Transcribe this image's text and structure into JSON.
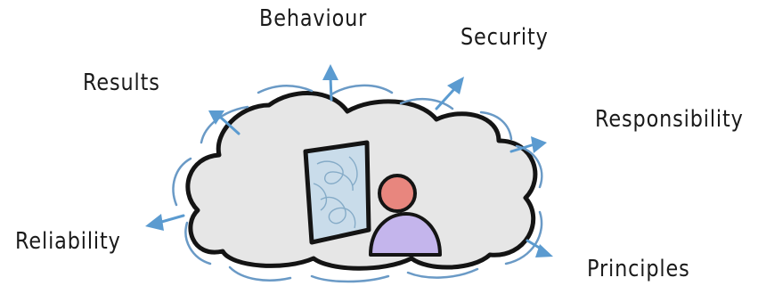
{
  "labels": {
    "behaviour": "Behaviour",
    "security": "Security",
    "results": "Results",
    "responsibility": "Responsibility",
    "reliability": "Reliability",
    "principles": "Principles"
  },
  "colors": {
    "cloud_fill": "#e6e6e6",
    "cloud_stroke": "#141414",
    "arrow": "#5b9bd0",
    "outline_lines": "#6a9ac6",
    "board_frame": "#141414",
    "board_fill": "#c9dcea",
    "person_head": "#e8867e",
    "person_body": "#c4b5ec"
  },
  "icons": {
    "arrows": "outward-arrow-icon",
    "board": "whiteboard-icon",
    "person": "person-icon"
  }
}
